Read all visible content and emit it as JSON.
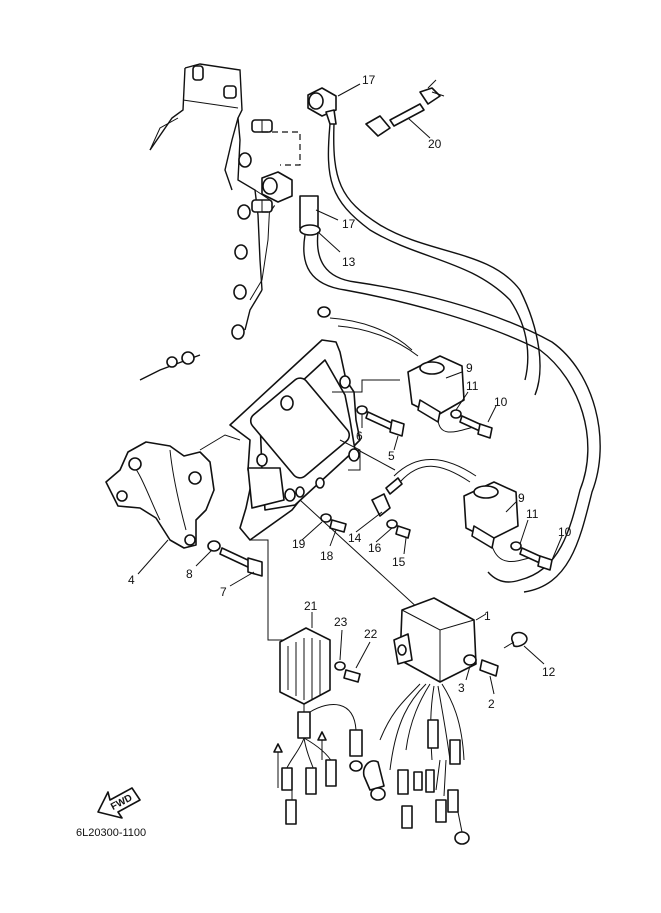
{
  "diagram_code": "6L20300-1100",
  "direction_label": "FWD",
  "callouts": {
    "c1": "1",
    "c2": "2",
    "c3": "3",
    "c4": "4",
    "c5": "5",
    "c6": "6",
    "c7": "7",
    "c8": "8",
    "c9a": "9",
    "c9b": "9",
    "c10a": "10",
    "c10b": "10",
    "c11a": "11",
    "c11b": "11",
    "c12": "12",
    "c13": "13",
    "c14": "14",
    "c15": "15",
    "c16": "16",
    "c17a": "17",
    "c17b": "17",
    "c18": "18",
    "c19": "19",
    "c20": "20",
    "c21": "21",
    "c22": "22",
    "c23": "23"
  }
}
